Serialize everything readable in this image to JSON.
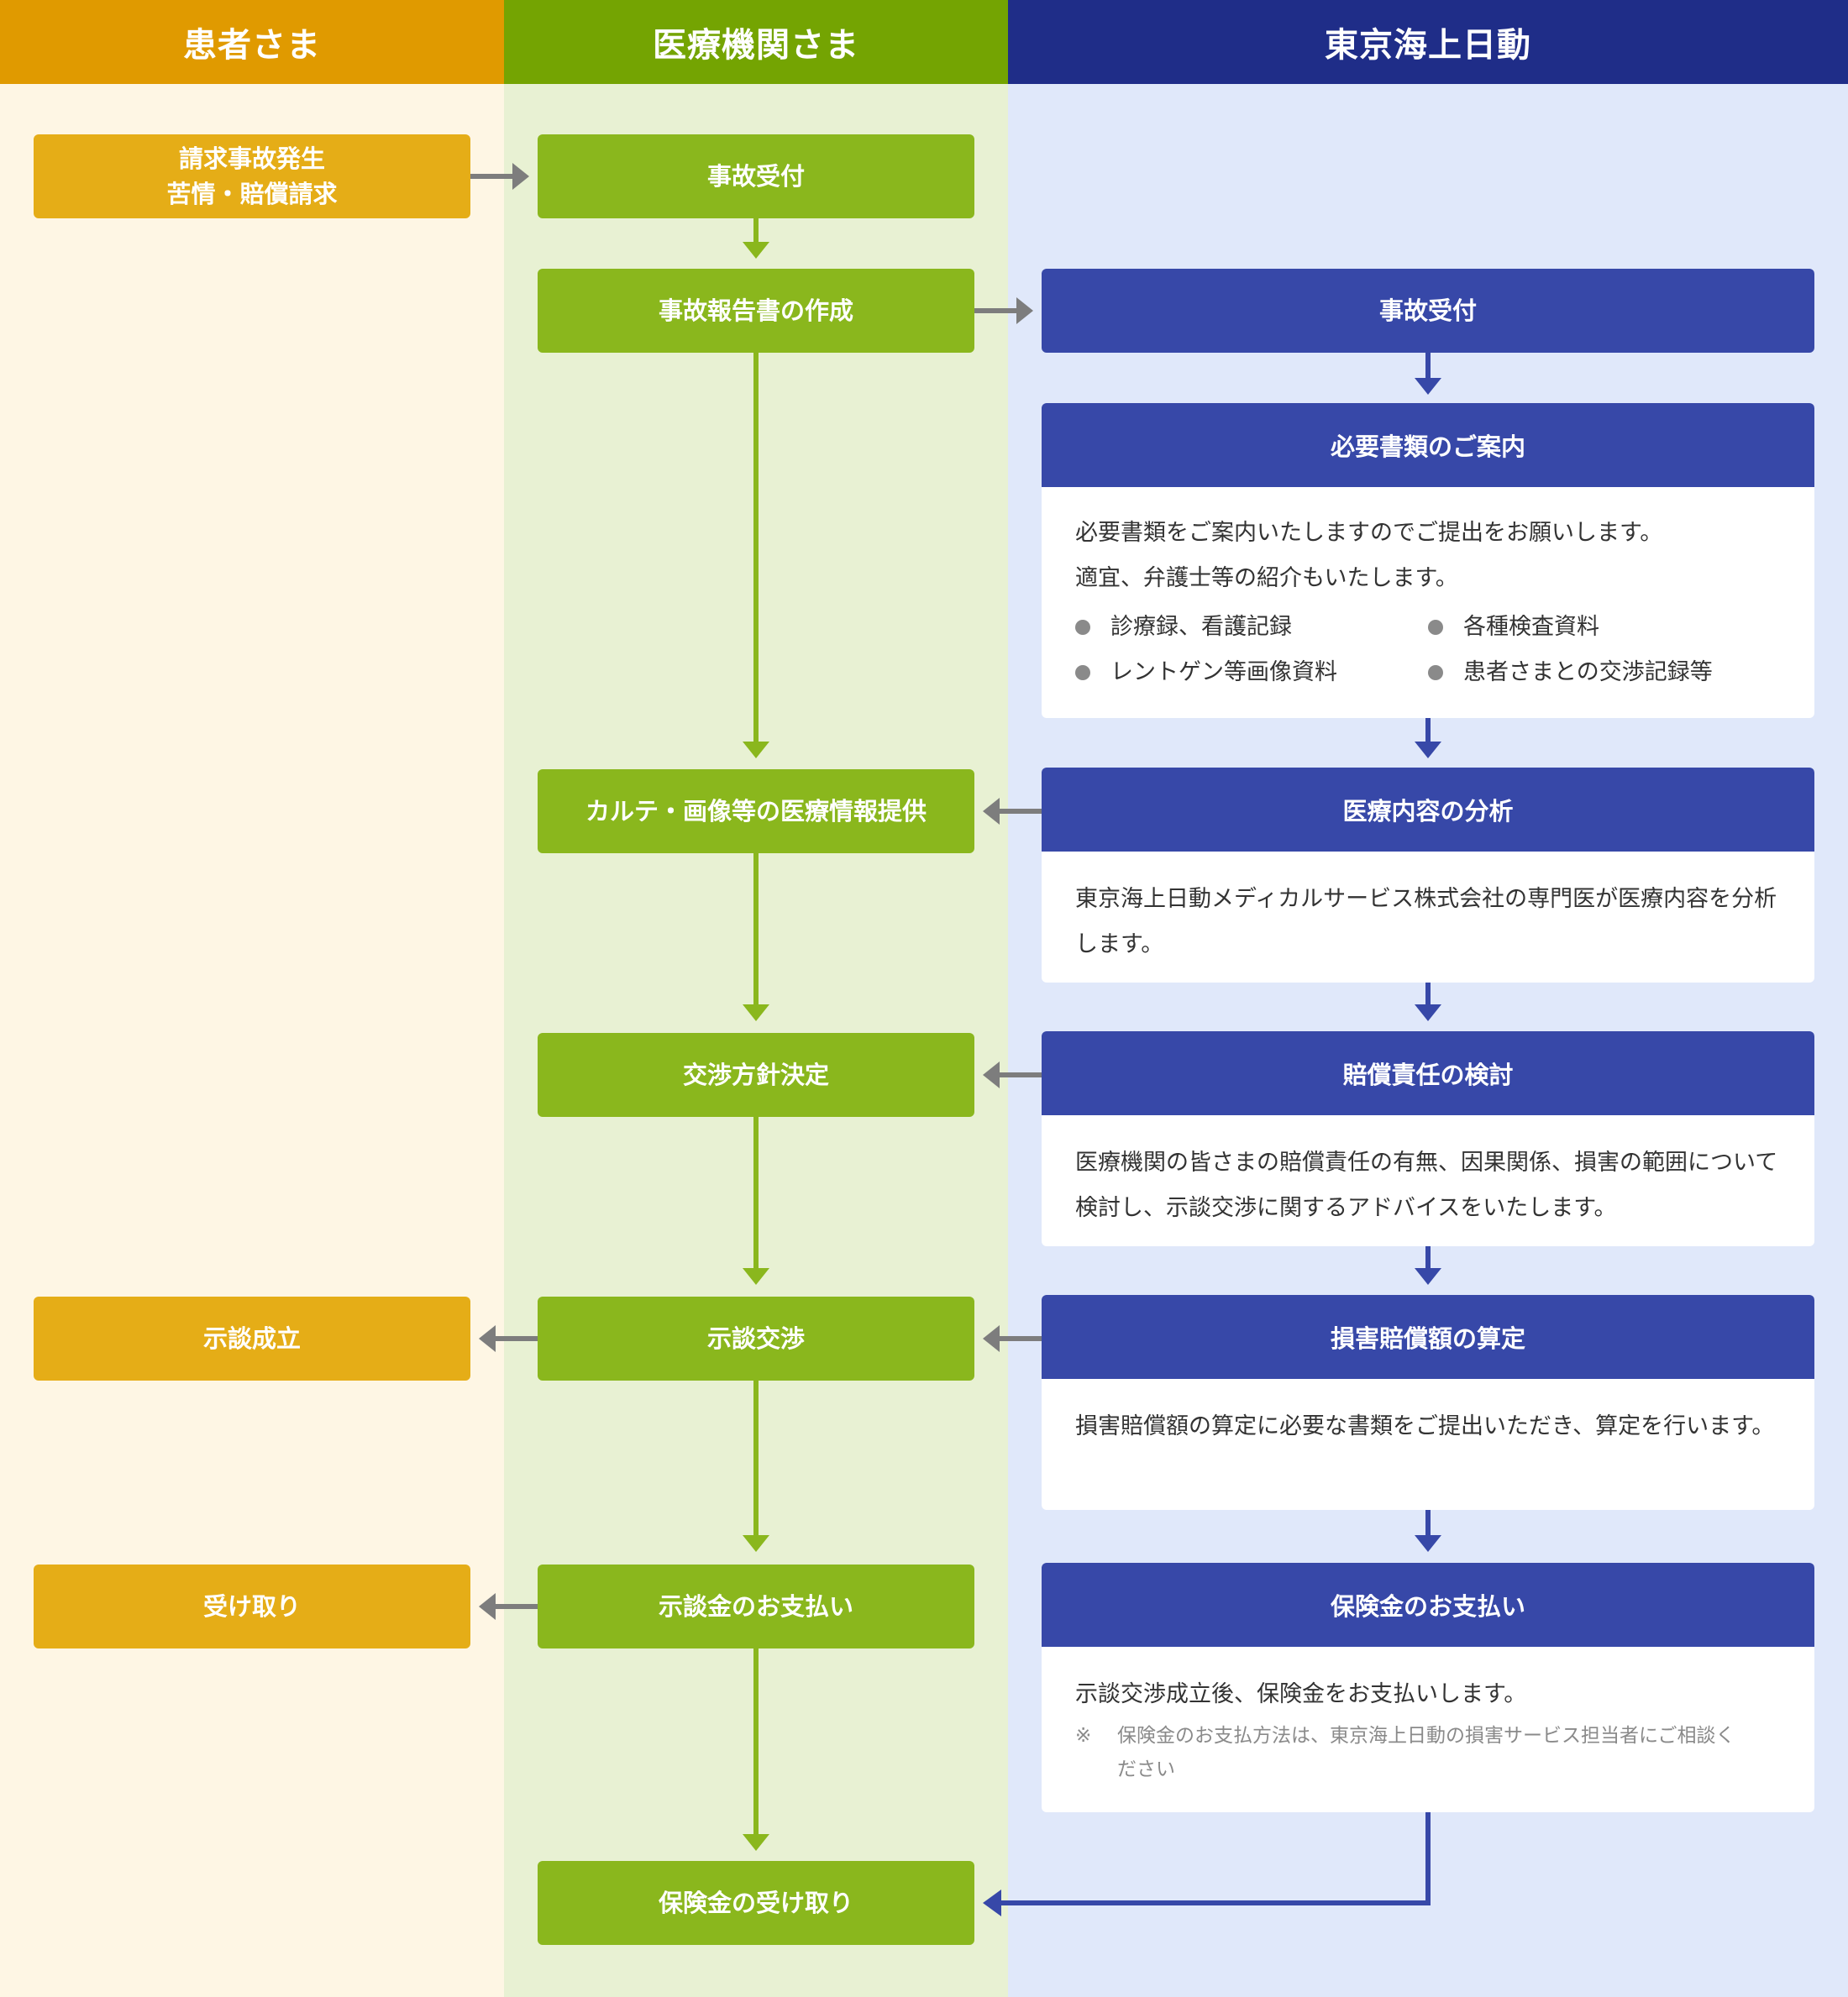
{
  "columns": {
    "patient": {
      "title": "患者さま",
      "header_color": "#e09a00",
      "bg_color": "#fef6e4"
    },
    "medical": {
      "title": "医療機関さま",
      "header_color": "#74a402",
      "bg_color": "#e8f1d3"
    },
    "tokio": {
      "title": "東京海上日動",
      "header_color": "#1f2d88",
      "bg_color": "#e0e8fa"
    }
  },
  "patient_boxes": {
    "accident_line1": "請求事故発生",
    "accident_line2": "苦情・賠償請求",
    "settlement_reached": "示談成立",
    "receipt": "受け取り"
  },
  "medical_boxes": {
    "accident_receipt": "事故受付",
    "report_creation": "事故報告書の作成",
    "info_provision": "カルテ・画像等の医療情報提供",
    "policy_decision": "交渉方針決定",
    "negotiation": "示談交渉",
    "settlement_payment": "示談金のお支払い",
    "insurance_receipt": "保険金の受け取り"
  },
  "tokio_boxes": {
    "accident_receipt": "事故受付",
    "documents": {
      "title": "必要書類のご案内",
      "line1": "必要書類をご案内いたしますのでご提出をお願いします。",
      "line2": "適宜、弁護士等の紹介もいたします。",
      "bullets": [
        "診療録、看護記録",
        "各種検査資料",
        "レントゲン等画像資料",
        "患者さまとの交渉記録等"
      ]
    },
    "analysis": {
      "title": "医療内容の分析",
      "text": "東京海上日動メディカルサービス株式会社の専門医が医療内容を分析します。"
    },
    "liability": {
      "title": "賠償責任の検討",
      "text": "医療機関の皆さまの賠償責任の有無、因果関係、損害の範囲について検討し、示談交渉に関するアドバイスをいたします。"
    },
    "calculation": {
      "title": "損害賠償額の算定",
      "text": "損害賠償額の算定に必要な書類をご提出いただき、算定を行います。"
    },
    "payment": {
      "title": "保険金のお支払い",
      "text": "示談交渉成立後、保険金をお支払いします。",
      "note_mark": "※",
      "note": "保険金のお支払方法は、東京海上日動の損害サービス担当者にご相談ください"
    }
  },
  "colors": {
    "patient_box": "#e5ad17",
    "medical_box": "#8ab71d",
    "tokio_box": "#3748a8",
    "green_arrow": "#8ab71d",
    "navy_arrow": "#3748a8",
    "gray_arrow": "#7d7d7d"
  }
}
